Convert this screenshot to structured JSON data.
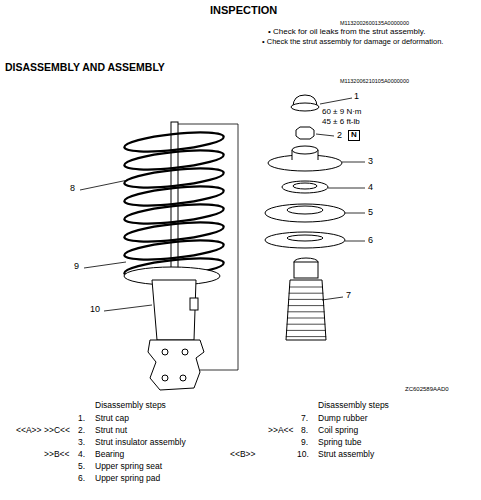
{
  "diagram": {
    "title": "INSPECTION",
    "labels": [
      "M1132002600135A0000000",
      "• Check for oil leaks from the strut assembly.",
      "• Check the strut assembly for damage or deformation.",
      "DISASSEMBLY AND ASSEMBLY",
      "M1132006210105A0000000",
      "1",
      "60 ± 9 N·m",
      "45 ± 6 ft-lb",
      "2",
      "N",
      "3",
      "4",
      "5",
      "6",
      "7",
      "8",
      "9",
      "10",
      "ZC602589AAD0",
      "Disassembly steps",
      "Disassembly steps",
      "1.",
      "Strut cap",
      "<<A>>",
      ">>C<<",
      "2.",
      "Strut nut",
      "3.",
      "Strut insulator assembly",
      ">>B<<",
      "4.",
      "Bearing",
      "5.",
      "Upper spring seat",
      "6.",
      "Upper spring pad",
      "7.",
      "Dump rubber",
      ">>A<<",
      "8.",
      "Coil spring",
      "9.",
      "Spring tube",
      "<<B>>",
      "10.",
      "Strut assembly"
    ]
  }
}
